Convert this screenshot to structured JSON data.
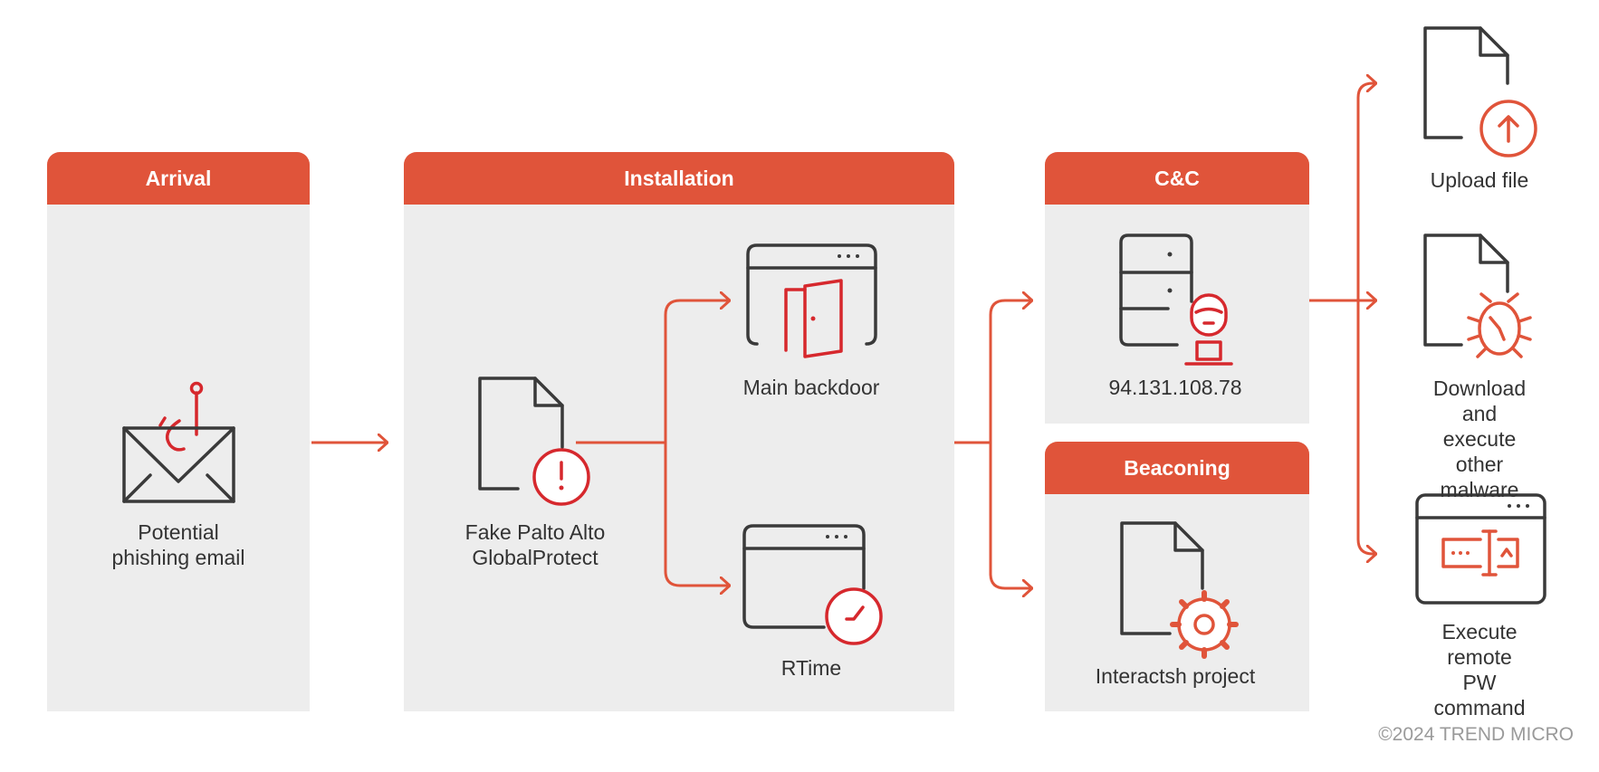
{
  "colors": {
    "accent": "#e0543a",
    "red": "#d6282d",
    "dark": "#3a3a3a",
    "panel": "#ededed"
  },
  "stages": {
    "arrival": "Arrival",
    "installation": "Installation",
    "cnc": "C&C",
    "beaconing": "Beaconing"
  },
  "nodes": {
    "email": {
      "label": "Potential\nphishing email",
      "icon": "phishing-email-icon"
    },
    "installer": {
      "label": "Fake Palto Alto\nGlobalProtect",
      "icon": "file-warning-icon"
    },
    "backdoor": {
      "label": "Main backdoor",
      "icon": "backdoor-window-icon"
    },
    "rtime": {
      "label": "RTime",
      "icon": "timer-window-icon"
    },
    "server": {
      "label": "94.131.108.78",
      "icon": "server-user-icon"
    },
    "interactsh": {
      "label": "Interactsh project",
      "icon": "file-gear-icon"
    },
    "upload": {
      "label": "Upload file",
      "icon": "file-upload-icon"
    },
    "download": {
      "label": "Download and\nexecute\nother malware",
      "icon": "file-bug-icon"
    },
    "execute": {
      "label": "Execute remote\nPW command",
      "icon": "password-window-icon"
    }
  },
  "copyright": "©2024 TREND MICRO"
}
